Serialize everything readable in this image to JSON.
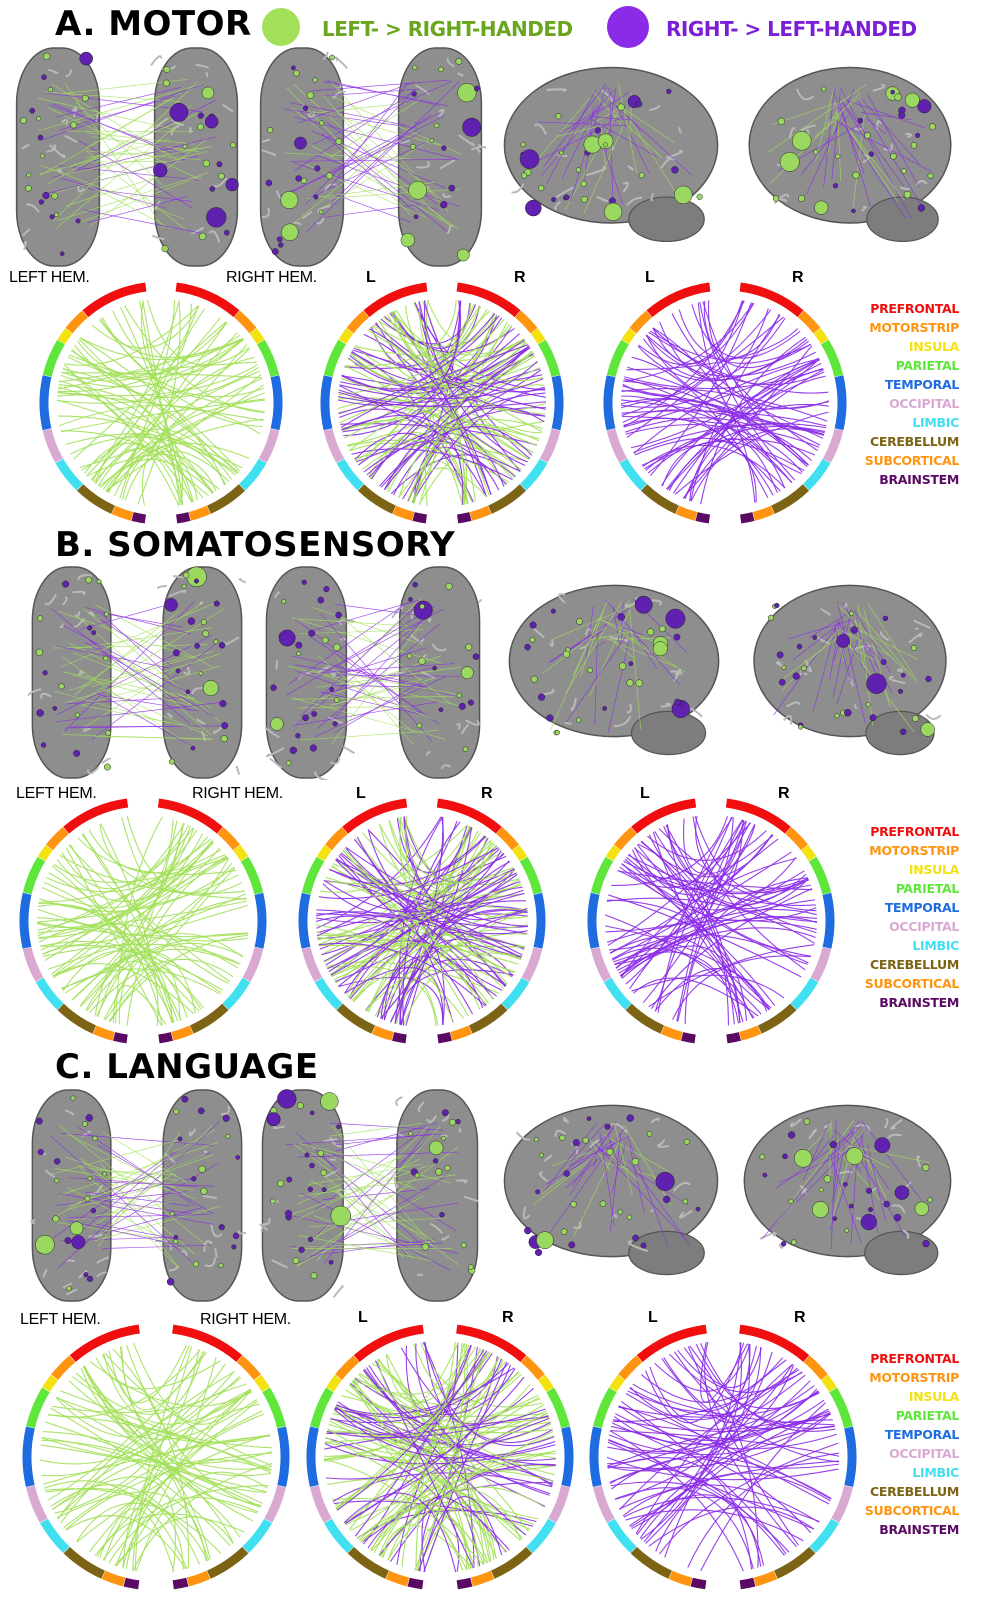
{
  "legend": {
    "left_label": "LEFT- > RIGHT-HANDED",
    "right_label": "RIGHT- > LEFT-HANDED",
    "left_color": "#a3e05a",
    "right_color": "#8b2be8",
    "left_text_color": "#6aa51e",
    "right_text_color": "#7a1fd6"
  },
  "hemisphere_labels": {
    "left": "LEFT HEM.",
    "right": "RIGHT HEM.",
    "l": "L",
    "r": "R"
  },
  "regions": [
    {
      "name": "PREFRONTAL",
      "color": "#f00e0e"
    },
    {
      "name": "MOTORSTRIP",
      "color": "#ff9410"
    },
    {
      "name": "INSULA",
      "color": "#f4e210"
    },
    {
      "name": "PARIETAL",
      "color": "#5ee63a"
    },
    {
      "name": "TEMPORAL",
      "color": "#1e6ce0"
    },
    {
      "name": "OCCIPITAL",
      "color": "#d9a9d2"
    },
    {
      "name": "LIMBIC",
      "color": "#41e0f0"
    },
    {
      "name": "CEREBELLUM",
      "color": "#7d6415"
    },
    {
      "name": "SUBCORTICAL",
      "color": "#ff9410"
    },
    {
      "name": "BRAINSTEM",
      "color": "#5a0a62"
    }
  ],
  "sections": [
    {
      "title": "A. MOTOR"
    },
    {
      "title": "B. SOMATOSENSORY"
    },
    {
      "title": "C. LANGUAGE"
    }
  ]
}
